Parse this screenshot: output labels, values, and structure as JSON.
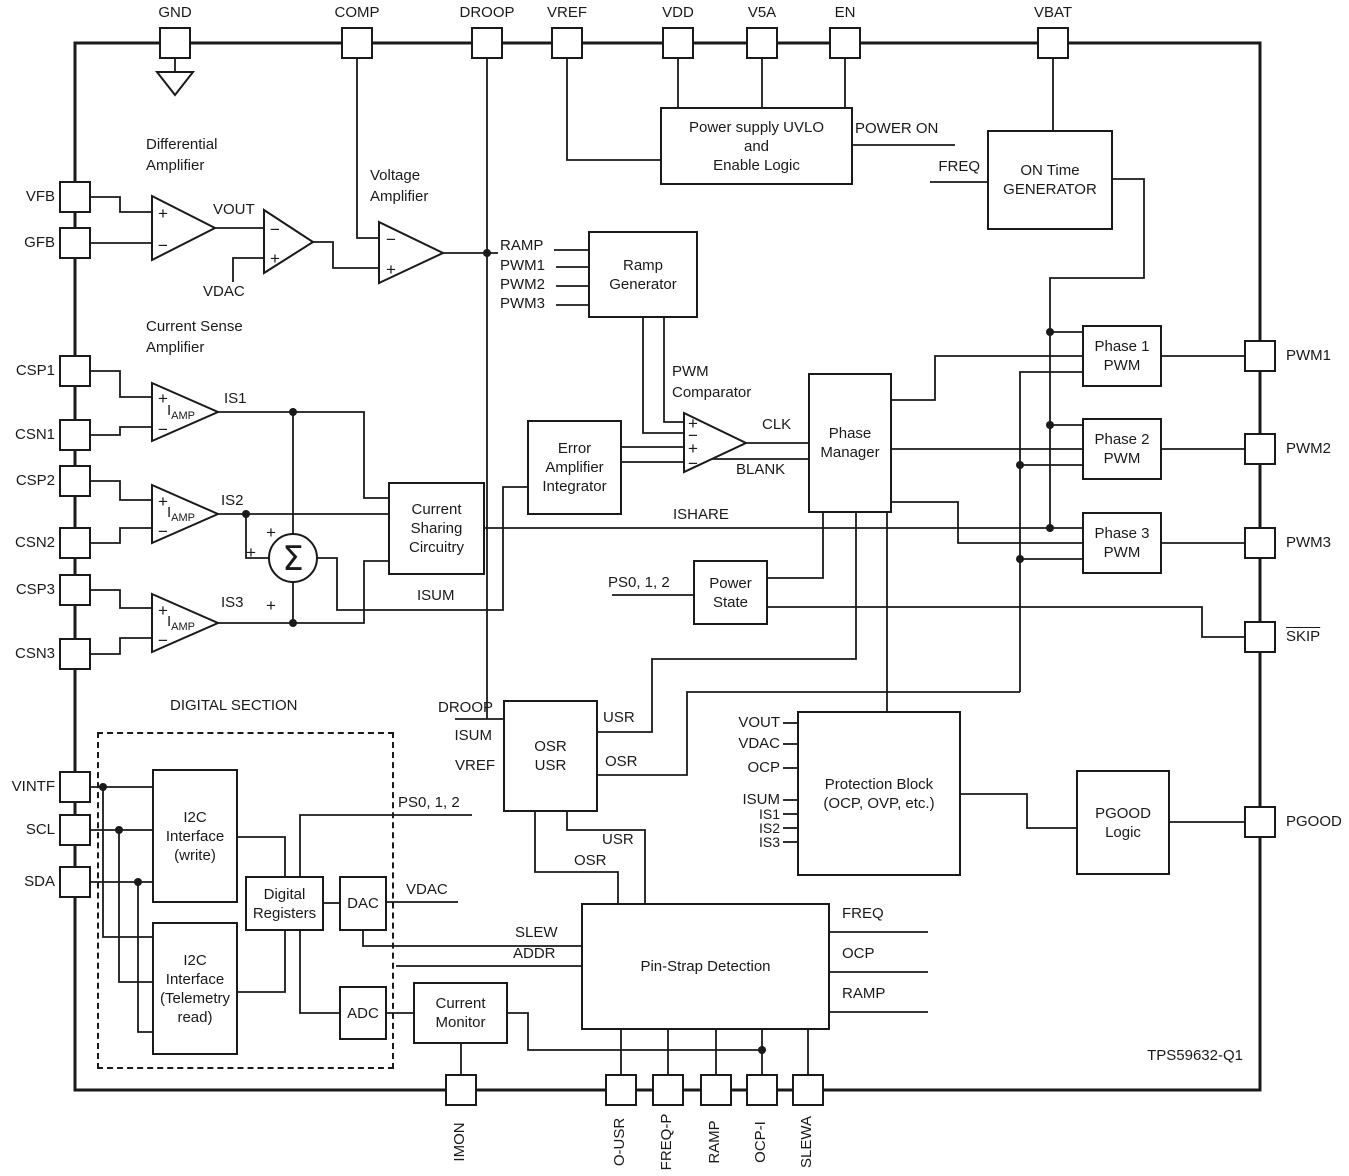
{
  "chip": {
    "part_number": "TPS59632-Q1"
  },
  "pins": {
    "top": [
      "GND",
      "COMP",
      "DROOP",
      "VREF",
      "VDD",
      "V5A",
      "EN",
      "VBAT"
    ],
    "left": [
      "VFB",
      "GFB",
      "CSP1",
      "CSN1",
      "CSP2",
      "CSN2",
      "CSP3",
      "CSN3",
      "VINTF",
      "SCL",
      "SDA"
    ],
    "right": [
      "PWM1",
      "PWM2",
      "PWM3",
      "SKIP",
      "PGOOD"
    ],
    "bottom": [
      "IMON",
      "O-USR",
      "FREQ-P",
      "RAMP",
      "OCP-I",
      "SLEWA"
    ]
  },
  "blocks": {
    "uvlo": "Power supply UVLO\nand\nEnable Logic",
    "on_time": "ON Time\nGENERATOR",
    "ramp_generator": "Ramp\nGenerator",
    "error_amp": "Error\nAmplifier\nIntegrator",
    "phase_manager": "Phase\nManager",
    "phase1": "Phase 1\nPWM",
    "phase2": "Phase 2\nPWM",
    "phase3": "Phase 3\nPWM",
    "power_state": "Power\nState",
    "current_sharing": "Current\nSharing\nCircuitry",
    "osr_usr": "OSR\nUSR",
    "protection": "Protection Block\n(OCP, OVP, etc.)",
    "pgood_logic": "PGOOD\nLogic",
    "i2c_write": "I2C\nInterface\n(write)",
    "i2c_read": "I2C\nInterface\n(Telemetry\nread)",
    "digital_registers": "Digital\nRegisters",
    "dac": "DAC",
    "adc": "ADC",
    "current_monitor": "Current\nMonitor",
    "pin_strap": "Pin-Strap Detection"
  },
  "headers": {
    "differential_amplifier": "Differential\nAmplifier",
    "voltage_amplifier": "Voltage\nAmplifier",
    "current_sense_amplifier": "Current Sense\nAmplifier",
    "pwm_comparator": "PWM\nComparator",
    "digital_section": "DIGITAL SECTION"
  },
  "signals": {
    "vout": "VOUT",
    "vdac": "VDAC",
    "ramp": "RAMP",
    "pwm1": "PWM1",
    "pwm2": "PWM2",
    "pwm3": "PWM3",
    "clk": "CLK",
    "blank": "BLANK",
    "ishare": "ISHARE",
    "isum": "ISUM",
    "is1": "IS1",
    "is2": "IS2",
    "is3": "IS3",
    "usr": "USR",
    "osr": "OSR",
    "droop": "DROOP",
    "vref": "VREF",
    "slew": "SLEW",
    "addr": "ADDR",
    "ps012": "PS0, 1, 2",
    "power_on": "POWER ON",
    "freq": "FREQ",
    "ocp": "OCP",
    "skip": "SKIP",
    "plus": "+",
    "minus": "−",
    "sigma": "Σ",
    "iamp_i": "I",
    "iamp_sub": "AMP"
  }
}
